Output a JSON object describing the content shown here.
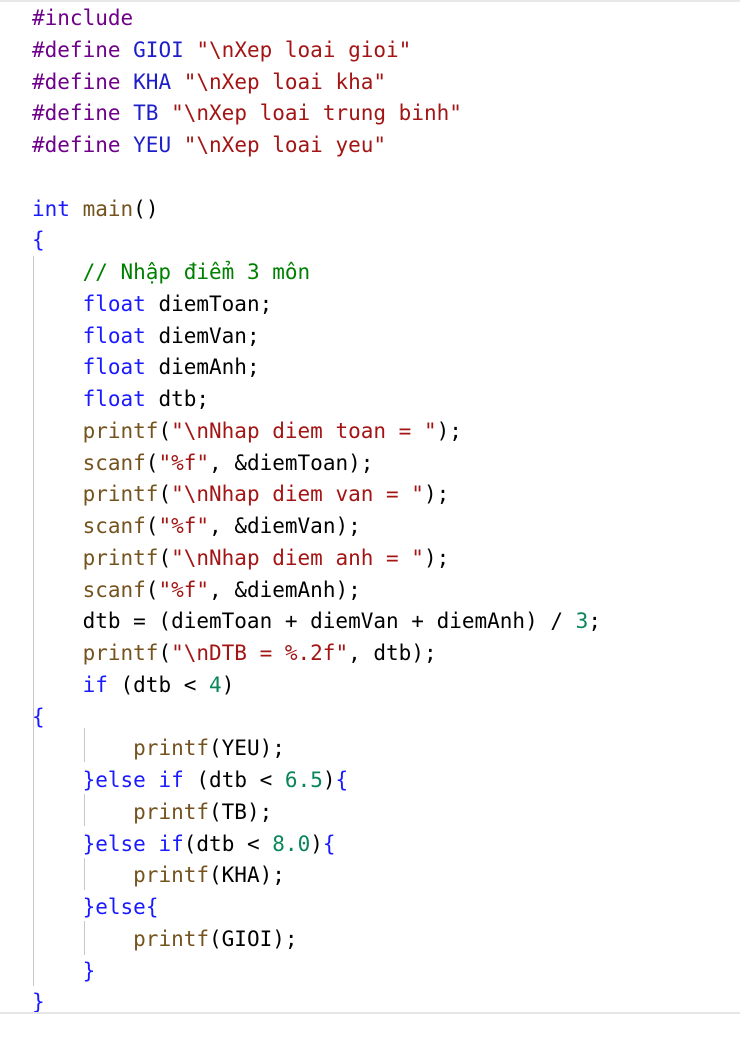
{
  "editor": {
    "colors": {
      "background": "#ffffff",
      "plain": "#000000",
      "preprocessor": "#6f008a",
      "macro": "#1e1ec8",
      "keyword": "#1a1aff",
      "string": "#a31515",
      "comment": "#008000",
      "function": "#74531f",
      "number": "#098658",
      "brace": "#1a1aff",
      "guide": "#c8c8c8"
    },
    "lines": [
      [
        [
          "preprocessor",
          "#include"
        ]
      ],
      [
        [
          "preprocessor",
          "#define "
        ],
        [
          "macro",
          "GIOI"
        ],
        [
          "plain",
          " "
        ],
        [
          "string",
          "\"\\nXep loai gioi\""
        ]
      ],
      [
        [
          "preprocessor",
          "#define "
        ],
        [
          "macro",
          "KHA"
        ],
        [
          "plain",
          " "
        ],
        [
          "string",
          "\"\\nXep loai kha\""
        ]
      ],
      [
        [
          "preprocessor",
          "#define "
        ],
        [
          "macro",
          "TB"
        ],
        [
          "plain",
          " "
        ],
        [
          "string",
          "\"\\nXep loai trung binh\""
        ]
      ],
      [
        [
          "preprocessor",
          "#define "
        ],
        [
          "macro",
          "YEU"
        ],
        [
          "plain",
          " "
        ],
        [
          "string",
          "\"\\nXep loai yeu\""
        ]
      ],
      [],
      [
        [
          "keyword",
          "int"
        ],
        [
          "plain",
          " "
        ],
        [
          "function",
          "main"
        ],
        [
          "plain",
          "()"
        ]
      ],
      [
        [
          "brace",
          "{"
        ]
      ],
      [
        [
          "plain",
          "    "
        ],
        [
          "comment",
          "// Nhập điểm 3 môn"
        ]
      ],
      [
        [
          "plain",
          "    "
        ],
        [
          "keyword",
          "float"
        ],
        [
          "plain",
          " diemToan;"
        ]
      ],
      [
        [
          "plain",
          "    "
        ],
        [
          "keyword",
          "float"
        ],
        [
          "plain",
          " diemVan;"
        ]
      ],
      [
        [
          "plain",
          "    "
        ],
        [
          "keyword",
          "float"
        ],
        [
          "plain",
          " diemAnh;"
        ]
      ],
      [
        [
          "plain",
          "    "
        ],
        [
          "keyword",
          "float"
        ],
        [
          "plain",
          " dtb;"
        ]
      ],
      [
        [
          "plain",
          "    "
        ],
        [
          "function",
          "printf"
        ],
        [
          "plain",
          "("
        ],
        [
          "string",
          "\"\\nNhap diem toan = \""
        ],
        [
          "plain",
          ");"
        ]
      ],
      [
        [
          "plain",
          "    "
        ],
        [
          "function",
          "scanf"
        ],
        [
          "plain",
          "("
        ],
        [
          "string",
          "\"%f\""
        ],
        [
          "plain",
          ", &diemToan);"
        ]
      ],
      [
        [
          "plain",
          "    "
        ],
        [
          "function",
          "printf"
        ],
        [
          "plain",
          "("
        ],
        [
          "string",
          "\"\\nNhap diem van = \""
        ],
        [
          "plain",
          ");"
        ]
      ],
      [
        [
          "plain",
          "    "
        ],
        [
          "function",
          "scanf"
        ],
        [
          "plain",
          "("
        ],
        [
          "string",
          "\"%f\""
        ],
        [
          "plain",
          ", &diemVan);"
        ]
      ],
      [
        [
          "plain",
          "    "
        ],
        [
          "function",
          "printf"
        ],
        [
          "plain",
          "("
        ],
        [
          "string",
          "\"\\nNhap diem anh = \""
        ],
        [
          "plain",
          ");"
        ]
      ],
      [
        [
          "plain",
          "    "
        ],
        [
          "function",
          "scanf"
        ],
        [
          "plain",
          "("
        ],
        [
          "string",
          "\"%f\""
        ],
        [
          "plain",
          ", &diemAnh);"
        ]
      ],
      [
        [
          "plain",
          "    dtb = (diemToan + diemVan + diemAnh) / "
        ],
        [
          "number",
          "3"
        ],
        [
          "plain",
          ";"
        ]
      ],
      [
        [
          "plain",
          "    "
        ],
        [
          "function",
          "printf"
        ],
        [
          "plain",
          "("
        ],
        [
          "string",
          "\"\\nDTB = %.2f\""
        ],
        [
          "plain",
          ", dtb);"
        ]
      ],
      [
        [
          "plain",
          "    "
        ],
        [
          "keyword",
          "if"
        ],
        [
          "plain",
          " (dtb < "
        ],
        [
          "number",
          "4"
        ],
        [
          "plain",
          ")"
        ]
      ],
      [
        [
          "brace",
          "{"
        ]
      ],
      [
        [
          "plain",
          "        "
        ],
        [
          "function",
          "printf"
        ],
        [
          "plain",
          "(YEU);"
        ]
      ],
      [
        [
          "plain",
          "    "
        ],
        [
          "brace",
          "}"
        ],
        [
          "keyword",
          "else"
        ],
        [
          "plain",
          " "
        ],
        [
          "keyword",
          "if"
        ],
        [
          "plain",
          " (dtb < "
        ],
        [
          "number",
          "6.5"
        ],
        [
          "plain",
          ")"
        ],
        [
          "brace",
          "{"
        ]
      ],
      [
        [
          "plain",
          "        "
        ],
        [
          "function",
          "printf"
        ],
        [
          "plain",
          "(TB);"
        ]
      ],
      [
        [
          "plain",
          "    "
        ],
        [
          "brace",
          "}"
        ],
        [
          "keyword",
          "else"
        ],
        [
          "plain",
          " "
        ],
        [
          "keyword",
          "if"
        ],
        [
          "plain",
          "(dtb < "
        ],
        [
          "number",
          "8.0"
        ],
        [
          "plain",
          ")"
        ],
        [
          "brace",
          "{"
        ]
      ],
      [
        [
          "plain",
          "        "
        ],
        [
          "function",
          "printf"
        ],
        [
          "plain",
          "(KHA);"
        ]
      ],
      [
        [
          "plain",
          "    "
        ],
        [
          "brace",
          "}"
        ],
        [
          "keyword",
          "else"
        ],
        [
          "brace",
          "{"
        ]
      ],
      [
        [
          "plain",
          "        "
        ],
        [
          "function",
          "printf"
        ],
        [
          "plain",
          "(GIOI);"
        ]
      ],
      [
        [
          "plain",
          "    "
        ],
        [
          "brace",
          "}"
        ]
      ],
      [
        [
          "brace",
          "}"
        ]
      ]
    ]
  }
}
